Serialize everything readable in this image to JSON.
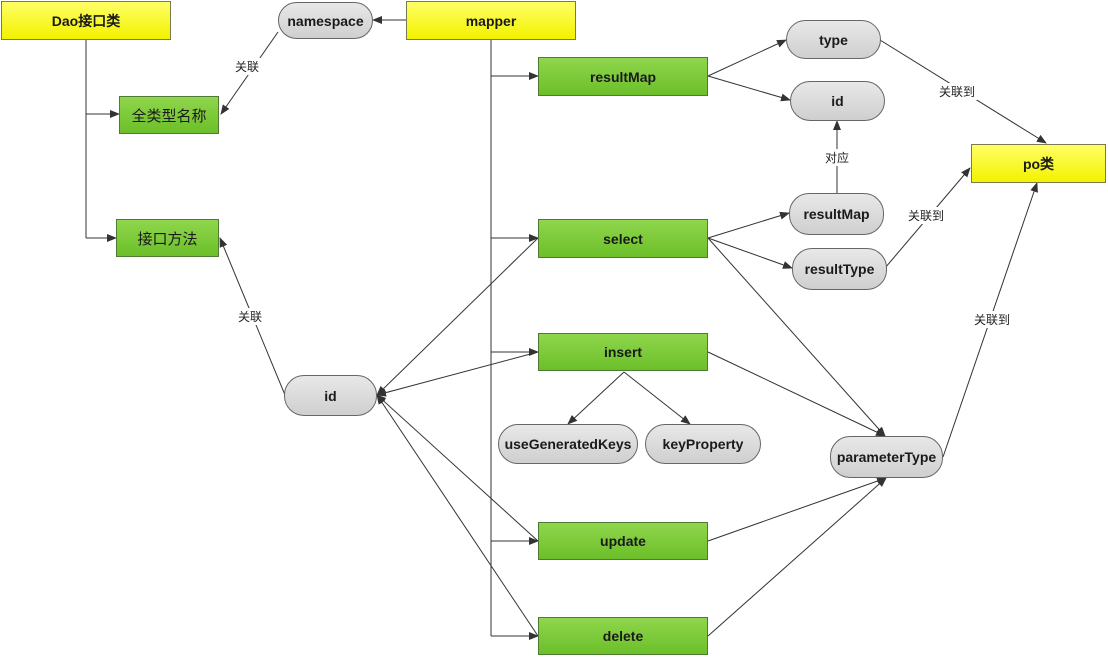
{
  "nodes": {
    "dao_interface": "Dao接口类",
    "mapper": "mapper",
    "namespace": "namespace",
    "full_type_name": "全类型名称",
    "interface_method": "接口方法",
    "resultmap": "resultMap",
    "type": "type",
    "id_top": "id",
    "po_class": "po类",
    "select": "select",
    "select_resultmap": "resultMap",
    "select_resulttype": "resultType",
    "insert": "insert",
    "use_generated_keys": "useGeneratedKeys",
    "key_property": "keyProperty",
    "id_left": "id",
    "parameter_type": "parameterType",
    "update": "update",
    "delete": "delete"
  },
  "edge_labels": {
    "namespace_link": "关联",
    "method_link": "关联",
    "type_to_po": "关联到",
    "correspond": "对应",
    "resulttype_to_po": "关联到",
    "paramtype_to_po": "关联到"
  }
}
